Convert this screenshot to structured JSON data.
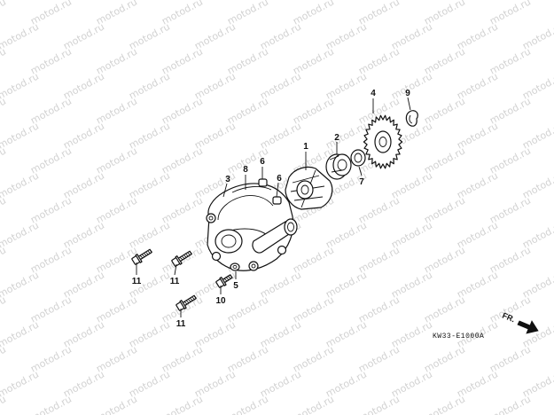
{
  "watermark_text": "motod.ru",
  "diagram_code": "KW33-E1000A",
  "direction_label": "FR.",
  "callouts": {
    "c1": "1",
    "c2": "2",
    "c3": "3",
    "c4": "4",
    "c5": "5",
    "c6a": "6",
    "c6b": "6",
    "c7": "7",
    "c8": "8",
    "c9": "9",
    "c10": "10",
    "c11a": "11",
    "c11b": "11",
    "c11c": "11"
  },
  "colors": {
    "line": "#111111",
    "watermark": "#d2d2d2",
    "background": "#ffffff"
  },
  "icons": [
    "direction-arrow-icon"
  ]
}
